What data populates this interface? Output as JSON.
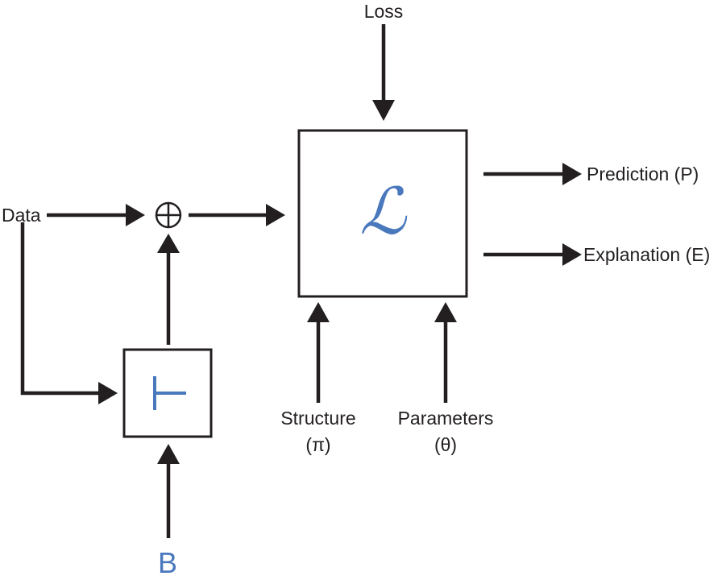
{
  "labels": {
    "loss": "Loss",
    "data": "Data",
    "prediction": "Prediction (P)",
    "explanation": "Explanation (E)",
    "structure": "Structure",
    "structure_symbol": "(π)",
    "parameters": "Parameters",
    "parameters_symbol": "(θ)",
    "b": "B"
  },
  "symbols": {
    "learner": "ℒ",
    "entails": "⊢",
    "combine": "⊕"
  },
  "colors": {
    "ink": "#231f20",
    "accent": "#4a78bd"
  }
}
